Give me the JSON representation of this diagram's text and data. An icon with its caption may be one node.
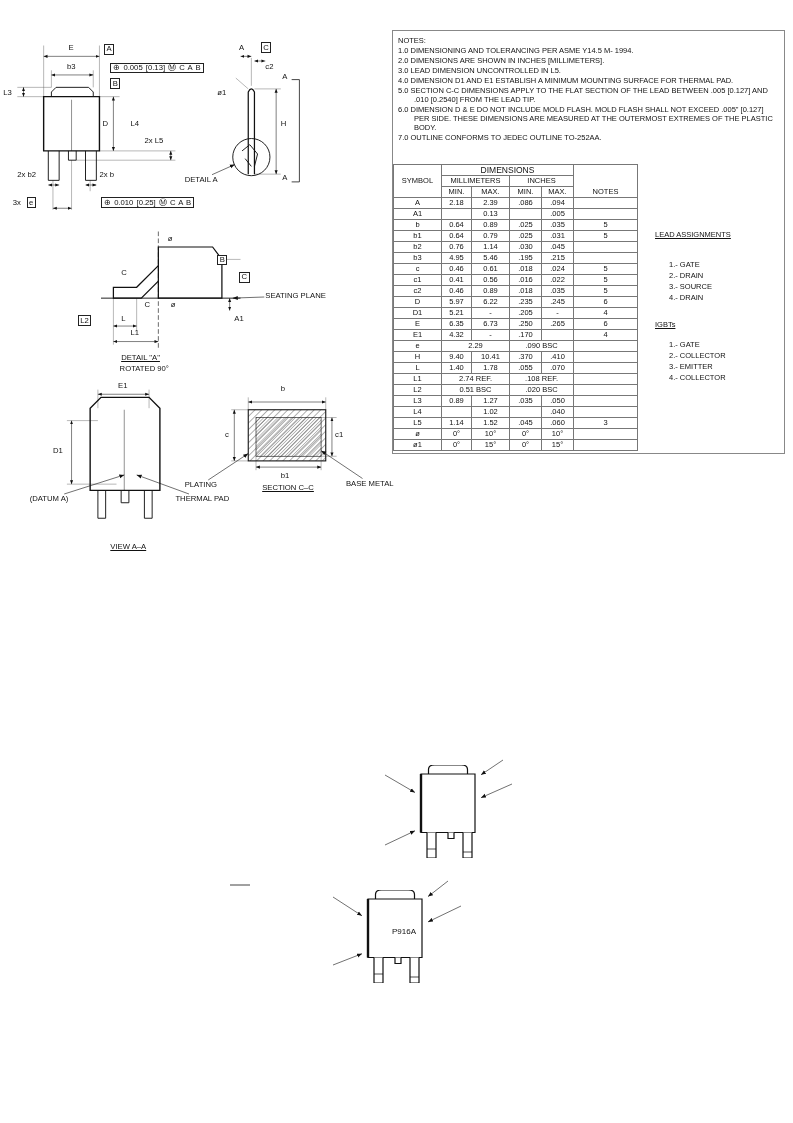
{
  "diagram": {
    "nodes": [
      {
        "text": [
          "DETAIL A"
        ]
      },
      {
        "text": [
          "(DATUM A)"
        ]
      },
      {
        "text": [
          "THERMAL PAD"
        ]
      },
      {
        "text": [
          "PLATING"
        ]
      },
      {
        "text": [
          "BASE METAL"
        ]
      },
      {
        "text": [
          "SEATING PLANE"
        ]
      },
      {
        "text": [],
        "shape": "picture"
      },
      {
        "text": [],
        "shape": "picture"
      },
      {
        "text": [],
        "shape": "circle"
      },
      {
        "text": [],
        "shape": "box"
      },
      {
        "text": [],
        "shape": "box",
        "in": 9
      },
      {
        "text": [],
        "shape": "line"
      }
    ],
    "edges": [
      {
        "from": 0,
        "to": 8,
        "arrow": "to"
      },
      {
        "from": 1,
        "to": null,
        "arrow": "to"
      },
      {
        "from": 2,
        "to": null,
        "arrow": "to"
      },
      {
        "from": 3,
        "to": 9,
        "arrow": "to"
      },
      {
        "from": 4,
        "to": 10,
        "arrow": "to"
      },
      {
        "from": 5,
        "to": 11,
        "arrow": "to"
      },
      {
        "from": null,
        "to": 6,
        "arrow": "to"
      },
      {
        "from": null,
        "to": 6,
        "arrow": "to"
      },
      {
        "from": null,
        "to": 6,
        "arrow": "to"
      },
      {
        "from": null,
        "to": 6,
        "arrow": "to"
      },
      {
        "from": null,
        "to": 7,
        "arrow": "to"
      },
      {
        "from": null,
        "to": 7,
        "arrow": "to"
      },
      {
        "from": null,
        "to": 7,
        "arrow": "to"
      },
      {
        "from": null,
        "to": 7,
        "arrow": "to"
      }
    ],
    "labels": [
      "NOTES:",
      "1.0 DIMENSIONING AND TOLERANCING PER ASME Y14.5 M- 1994.",
      "2.0 DIMENSIONS ARE SHOWN IN INCHES [MILLIMETERS].",
      "3.0 LEAD DIMENSION UNCONTROLLED IN L5.",
      "4.0 DIMENSION D1 AND E1 ESTABLISH A MINIMUM MOUNTING SURFACE FOR THERMAL PAD.",
      "5.0 SECTION C-C DIMENSIONS APPLY TO THE FLAT SECTION OF THE LEAD BETWEEN .005 [0.127] AND .010 [0.2540] FROM THE LEAD TIP.",
      "6.0 DIMENSION D & E DO NOT INCLUDE MOLD FLASH. MOLD FLASH SHALL NOT EXCEED .005\" [0.127] PER SIDE. THESE DIMENSIONS ARE MEASURED AT THE OUTERMOST EXTREMES OF THE PLASTIC BODY.",
      "7.0 OUTLINE CONFORMS TO JEDEC OUTLINE TO-252AA.",
      "DIMENSIONS",
      "SYMBOL",
      "MILLIMETERS",
      "INCHES",
      "MIN.",
      "MAX.",
      "MIN.",
      "MAX.",
      "NOTES",
      "A",
      "2.18",
      "2.39",
      ".086",
      ".094",
      "A1",
      "0.13",
      ".005",
      "b",
      "0.64",
      "0.89",
      ".025",
      ".035",
      "5",
      "b1",
      "0.64",
      "0.79",
      ".025",
      ".031",
      "5",
      "b2",
      "0.76",
      "1.14",
      ".030",
      ".045",
      "b3",
      "4.95",
      "5.46",
      ".195",
      ".215",
      "c",
      "0.46",
      "0.61",
      ".018",
      ".024",
      "5",
      "c1",
      "0.41",
      "0.56",
      ".016",
      ".022",
      "5",
      "c2",
      "0.46",
      "0.89",
      ".018",
      ".035",
      "5",
      "D",
      "5.97",
      "6.22",
      ".235",
      ".245",
      "6",
      "D1",
      "5.21",
      "-",
      ".205",
      "-",
      "4",
      "E",
      "6.35",
      "6.73",
      ".250",
      ".265",
      "6",
      "E1",
      "4.32",
      "-",
      ".170",
      "4",
      "e",
      "2.29",
      ".090 BSC",
      "H",
      "9.40",
      "10.41",
      ".370",
      ".410",
      "L",
      "1.40",
      "1.78",
      ".055",
      ".070",
      "L1",
      "2.74 REF.",
      ".108 REF.",
      "L2",
      "0.51 BSC",
      ".020 BSC",
      "L3",
      "0.89",
      "1.27",
      ".035",
      ".050",
      "L4",
      "1.02",
      ".040",
      "L5",
      "1.14",
      "1.52",
      ".045",
      ".060",
      "3",
      "ø",
      "0°",
      "10°",
      "0°",
      "10°",
      "ø1",
      "0°",
      "15°",
      "0°",
      "15°",
      "LEAD ASSIGNMENTS",
      "1.- GATE",
      "2.- DRAIN",
      "3.- SOURCE",
      "4.- DRAIN",
      "IGBTs",
      "1.- GATE",
      "2.- COLLECTOR",
      "3.- EMITTER",
      "4.- COLLECTOR",
      "E",
      "A",
      "A",
      "C",
      "b3",
      "⊕ 0.005 [0.13] Ⓜ C A B",
      "c2",
      "B",
      "A",
      "L3",
      "ø1",
      "D",
      "L4",
      "H",
      "2x L5",
      "2x b2",
      "2x b",
      "A",
      "3x",
      "e",
      "⊕ 0.010 [0.25] Ⓜ C A B",
      "ø",
      "B",
      "C",
      "C",
      "C",
      "ø",
      "L2",
      "L",
      "A1",
      "L1",
      "DETAIL \"A\"",
      "ROTATED 90°",
      "E1",
      "b",
      "c",
      "c1",
      "D1",
      "b1",
      "SECTION C–C",
      "VIEW A–A",
      "P916A"
    ]
  }
}
